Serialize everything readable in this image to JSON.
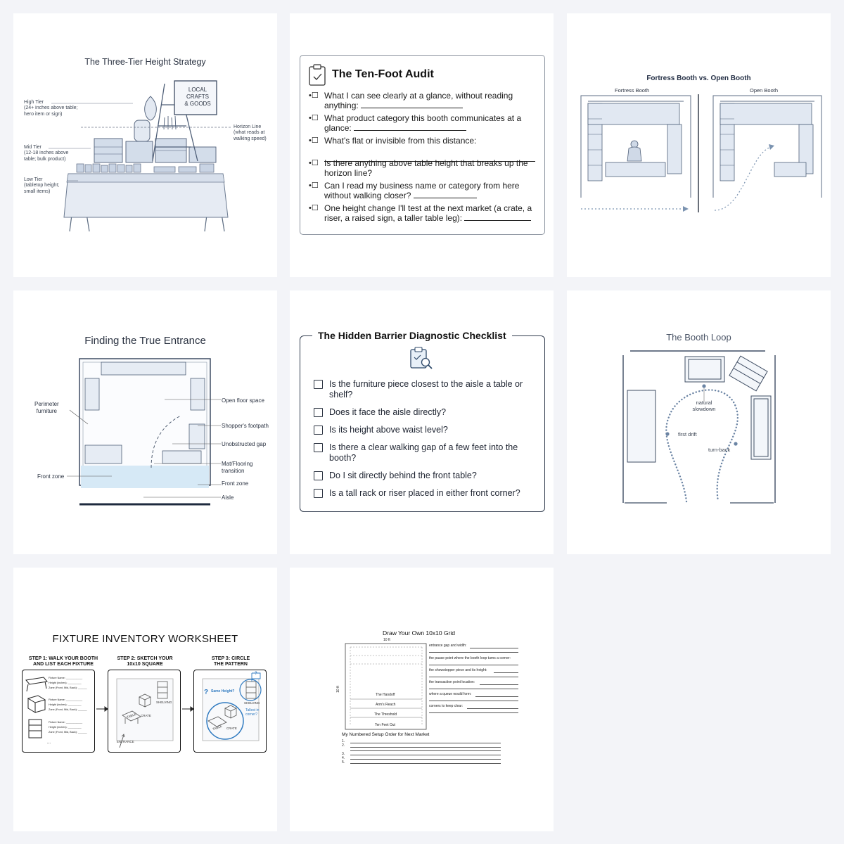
{
  "panel1": {
    "title": "The Three-Tier Height Strategy",
    "sign": [
      "LOCAL",
      "CRAFTS",
      "& GOODS"
    ],
    "high_tier": [
      "High Tier",
      "(24+ inches above table;",
      "hero item or sign)"
    ],
    "mid_tier": [
      "Mid Tier",
      "(12-18 inches above",
      "table; bulk product)"
    ],
    "low_tier": [
      "Low Tier",
      "(tabletop height;",
      "small items)"
    ],
    "horizon": [
      "Horizon Line",
      "(what reads at",
      "walking speed)"
    ]
  },
  "panel2": {
    "title": "The Ten-Foot Audit",
    "items": [
      "What I can see clearly at a glance, without reading anything:",
      "What product category this booth communicates at a glance:",
      "What's flat or invisible from this distance:",
      "Is there anything above table height that breaks up the horizon line?",
      "Can I read my business name or category from here without walking closer?",
      "One height change I'll test at the next market (a crate, a riser, a raised sign, a taller table leg):"
    ]
  },
  "panel3": {
    "title": "Fortress Booth vs. Open Booth",
    "left_label": "Fortress Booth",
    "right_label": "Open Booth"
  },
  "panel4": {
    "title": "Finding the True Entrance",
    "labels": {
      "perimeter": [
        "Perimeter",
        "furniture"
      ],
      "front_zone_left": "Front zone",
      "open_floor": "Open floor space",
      "footpath": "Shopper's footpath",
      "gap": "Unobstructed gap",
      "mat": [
        "Mat/Flooring",
        "transition"
      ],
      "front_zone_right": "Front zone",
      "aisle": "Aisle"
    }
  },
  "panel5": {
    "title": "The Hidden Barrier Diagnostic Checklist",
    "items": [
      "Is the furniture piece closest to the aisle a table or shelf?",
      "Does it face the aisle directly?",
      "Is its height above waist level?",
      "Is there a clear walking gap of a few feet into the booth?",
      "Do I sit directly behind the front table?",
      "Is a tall rack or riser placed in either front corner?"
    ]
  },
  "panel6": {
    "title": "The Booth Loop",
    "labels": {
      "slowdown": [
        "natural",
        "slowdown"
      ],
      "first_drift": "first drift",
      "turn_back": "turn-back"
    }
  },
  "panel7": {
    "title": "FIXTURE INVENTORY WORKSHEET",
    "steps": [
      [
        "STEP 1: WALK YOUR BOOTH",
        "AND LIST EACH FIXTURE"
      ],
      [
        "STEP 2: SKETCH YOUR",
        "10x10 SQUARE"
      ],
      [
        "STEP 3: CIRCLE",
        "THE PATTERN"
      ]
    ],
    "fields": [
      "Fixture Name: ___________",
      "Height (inches): _________",
      "Zone (Front, Mid, Back): ______"
    ],
    "ellipsis": "...",
    "sketch_labels": {
      "shelving": "SHELVING",
      "crate": "CRATE",
      "table": "TABLE",
      "entrance": "ENTRANCE"
    },
    "pattern_labels": {
      "same_height": "Same Height?",
      "tallest": [
        "Tallest in",
        "corner?"
      ],
      "shelving": "SHELVING",
      "crate": "CRATE",
      "table": "TABLE",
      "q": "?"
    }
  },
  "panel8": {
    "title": "Draw Your Own 10x10 Grid",
    "top_dim": "10 ft",
    "side_dim": "10 ft",
    "zones": [
      "The Handoff",
      "Arm's Reach",
      "The Threshold",
      "Ten Feet Out"
    ],
    "prompts": [
      "entrance gap and width:",
      "the pause point where the booth loop turns a corner:",
      "the showstopper piece and its height:",
      "the transaction point location:",
      "where a queue would form:",
      "corners to keep clear:"
    ],
    "order_title": "My Numbered Setup Order for Next Market",
    "order_nums": [
      "1.",
      "2.",
      "3.",
      "4.",
      "5."
    ]
  }
}
